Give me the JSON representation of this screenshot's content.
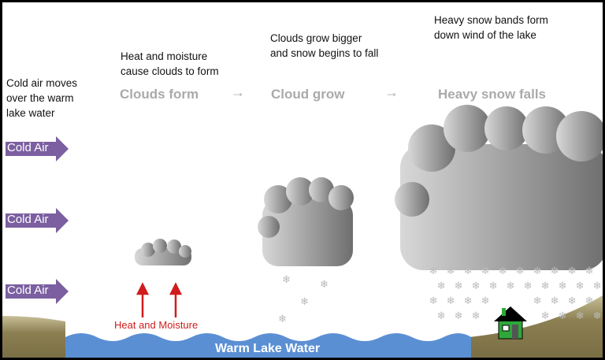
{
  "captions": {
    "step1": "Cold air moves over the warm lake water",
    "step2": "Heat and moisture cause clouds to form",
    "step3": "Clouds grow bigger and snow begins to fall",
    "step4": "Heavy snow bands form down wind of the lake"
  },
  "stages": [
    "Clouds form",
    "Cloud grow",
    "Heavy snow falls"
  ],
  "arrow_glyph": "→",
  "cold_air_label": "Cold Air",
  "heat_label": "Heat and Moisture",
  "water_label": "Warm Lake Water",
  "colors": {
    "cold_air": "#7b5fa0",
    "heat": "#d01c1c",
    "water": "#5b8fd4",
    "ground": "#8c7f52",
    "house": "#2ea83a"
  }
}
